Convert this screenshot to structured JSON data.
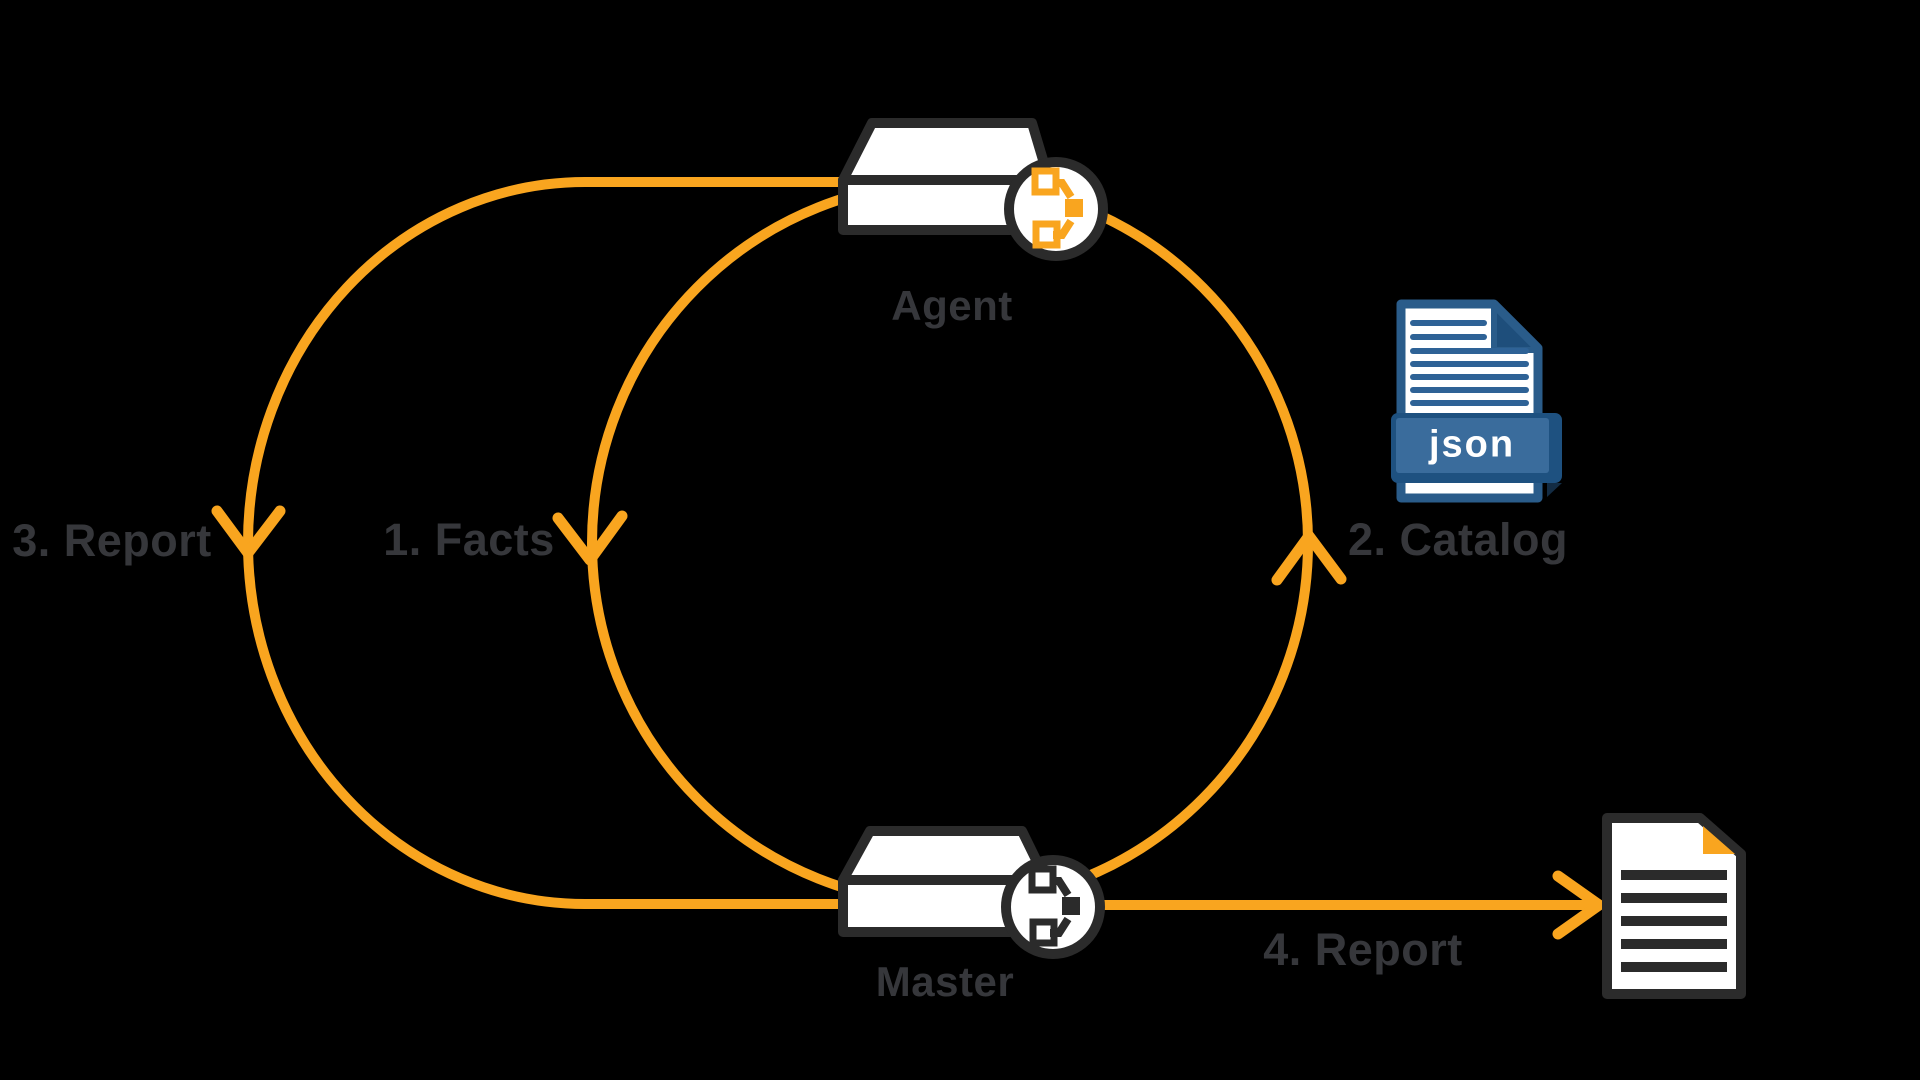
{
  "colors": {
    "background": "#000000",
    "accent_orange": "#F9A51F",
    "outline_dark": "#2B2B2B",
    "label_gray": "#36373B",
    "white": "#FFFFFF",
    "blue_border": "#2A5C8A",
    "blue_fold": "#1E4E7B",
    "blue_band": "#3A6C9C",
    "blue_band_dark": "#1E5180",
    "blue_band_notch": "#132C44",
    "blue_lines": "#2E6296"
  },
  "nodes": {
    "agent": {
      "label": "Agent"
    },
    "master": {
      "label": "Master"
    }
  },
  "steps": {
    "facts": {
      "label": "1. Facts"
    },
    "catalog": {
      "label": "2. Catalog"
    },
    "report_loop": {
      "label": "3. Report"
    },
    "report_out": {
      "label": "4. Report"
    }
  },
  "json_file": {
    "badge": "json"
  }
}
